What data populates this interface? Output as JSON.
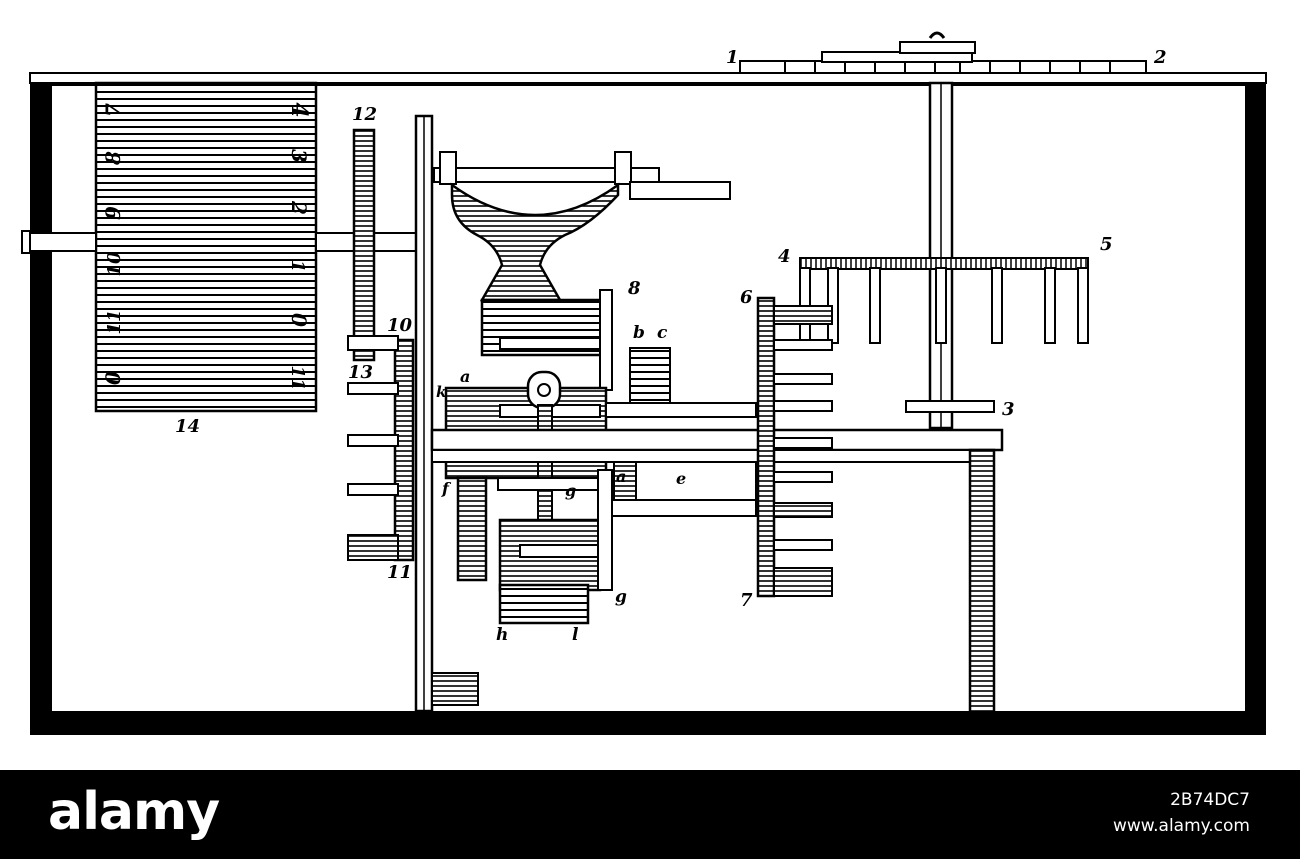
{
  "diagram": {
    "labels": [
      {
        "id": "lbl-1",
        "text": "1"
      },
      {
        "id": "lbl-2",
        "text": "2"
      },
      {
        "id": "lbl-3",
        "text": "3"
      },
      {
        "id": "lbl-4",
        "text": "4"
      },
      {
        "id": "lbl-5",
        "text": "5"
      },
      {
        "id": "lbl-6",
        "text": "6"
      },
      {
        "id": "lbl-7",
        "text": "7"
      },
      {
        "id": "lbl-8",
        "text": "8"
      },
      {
        "id": "lbl-10",
        "text": "10"
      },
      {
        "id": "lbl-11",
        "text": "11"
      },
      {
        "id": "lbl-12",
        "text": "12"
      },
      {
        "id": "lbl-13",
        "text": "13"
      },
      {
        "id": "lbl-14",
        "text": "14"
      },
      {
        "id": "lbl-a1",
        "text": "a"
      },
      {
        "id": "lbl-a2",
        "text": "a"
      },
      {
        "id": "lbl-b",
        "text": "b"
      },
      {
        "id": "lbl-c",
        "text": "c"
      },
      {
        "id": "lbl-e",
        "text": "e"
      },
      {
        "id": "lbl-f",
        "text": "f"
      },
      {
        "id": "lbl-g1",
        "text": "g"
      },
      {
        "id": "lbl-g2",
        "text": "g"
      },
      {
        "id": "lbl-h",
        "text": "h"
      },
      {
        "id": "lbl-k",
        "text": "k"
      },
      {
        "id": "lbl-l",
        "text": "l"
      }
    ],
    "drum_numerals_left": [
      "7",
      "8",
      "9",
      "10",
      "11",
      "0"
    ],
    "drum_numerals_right": [
      "4",
      "3",
      "2",
      "1",
      "0",
      "11"
    ]
  },
  "watermark": {
    "logo": "alamy",
    "image_id": "2B74DC7",
    "url": "www.alamy.com"
  }
}
